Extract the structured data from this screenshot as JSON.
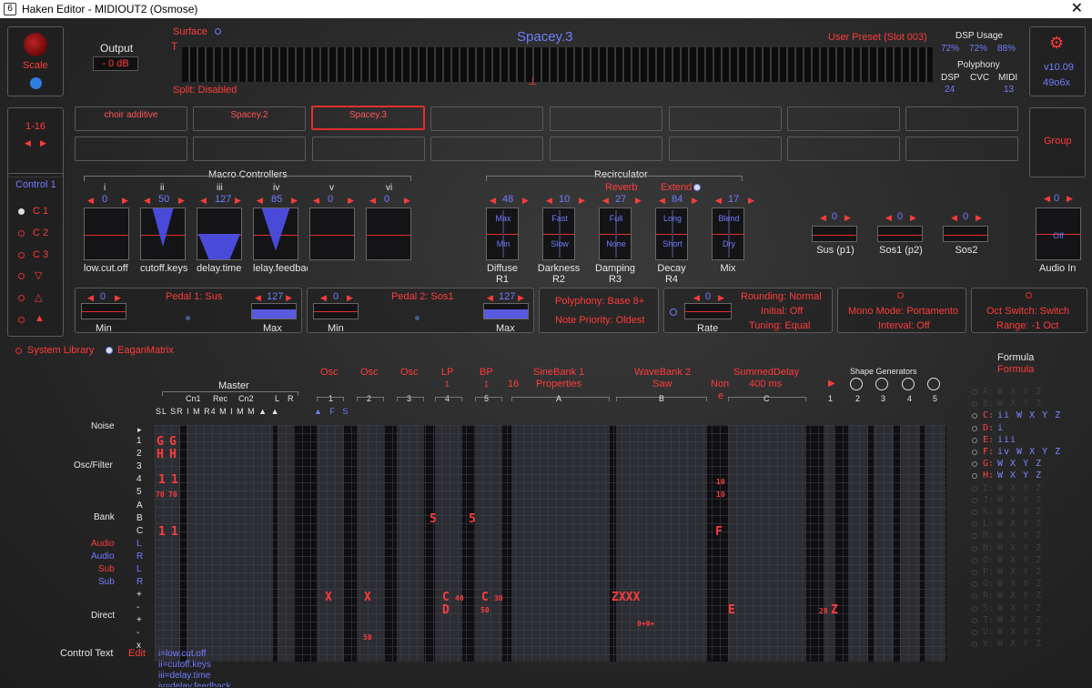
{
  "window": {
    "title": "Haken Editor - MIDIOUT2 (Osmose)",
    "close": "✕",
    "app_icon": "6"
  },
  "scale": {
    "label": "Scale"
  },
  "output": {
    "label": "Output",
    "value": "- 0 dB"
  },
  "surface": {
    "label": "Surface",
    "marker": "T",
    "split": "Split: Disabled",
    "cursor": "⊥"
  },
  "preset": {
    "name": "Spacey.3",
    "slot": "User Preset (Slot 003)"
  },
  "dsp": {
    "usage_label": "DSP Usage",
    "usage": [
      "72%",
      "72%",
      "88%"
    ],
    "polyphony_label": "Polyphony",
    "cols": [
      "DSP",
      "CVC",
      "MIDI"
    ],
    "vals": [
      "24",
      "",
      "13"
    ]
  },
  "version": {
    "v": "v10.09",
    "id": "49o6x"
  },
  "bank": {
    "range": "1-16",
    "prev": "◀",
    "next": "▶",
    "group": "Group",
    "presets": [
      "choir additive",
      "Spacey.2",
      "Spacey.3",
      "",
      "",
      "",
      "",
      ""
    ]
  },
  "control": {
    "title": "Control 1",
    "items": [
      "C 1",
      "C 2",
      "C 3",
      "▽",
      "△",
      "▲"
    ]
  },
  "macros": {
    "title": "Macro Controllers",
    "cols": [
      {
        "num": "i",
        "val": "0",
        "name": "low.cut.off",
        "fill": 0.0
      },
      {
        "num": "ii",
        "val": "50",
        "name": "cutoff.keys",
        "fill": 0.5
      },
      {
        "num": "iii",
        "val": "127",
        "name": "delay.time",
        "fill": 1.0
      },
      {
        "num": "iv",
        "val": "85",
        "name": "lelay.feedbac",
        "fill": 0.67
      },
      {
        "num": "v",
        "val": "0",
        "name": "",
        "fill": 0.0
      },
      {
        "num": "vi",
        "val": "0",
        "name": "",
        "fill": 0.0
      }
    ]
  },
  "recirc": {
    "title": "Recirculator",
    "reverb": "Reverb",
    "extend": "Extend",
    "cols": [
      {
        "val": "48",
        "top": "Max",
        "bot": "Min",
        "name": "Diffuse",
        "sub": "R1"
      },
      {
        "val": "10",
        "top": "Fast",
        "bot": "Slow",
        "name": "Darkness",
        "sub": "R2"
      },
      {
        "val": "27",
        "top": "Full",
        "bot": "None",
        "name": "Damping",
        "sub": "R3"
      },
      {
        "val": "84",
        "top": "Long",
        "bot": "Short",
        "name": "Decay",
        "sub": "R4"
      },
      {
        "val": "17",
        "top": "Blend",
        "bot": "Dry",
        "name": "Mix",
        "sub": ""
      }
    ]
  },
  "sus": [
    {
      "val": "0",
      "name": "Sus (p1)"
    },
    {
      "val": "0",
      "name": "Sos1 (p2)"
    },
    {
      "val": "0",
      "name": "Sos2"
    }
  ],
  "audio_in": {
    "val": "0",
    "name": "Audio In",
    "state": "Off"
  },
  "pedal1": {
    "title": "Pedal 1: Sus",
    "min_val": "0",
    "max_val": "127",
    "min": "Min",
    "max": "Max"
  },
  "pedal2": {
    "title": "Pedal 2: Sos1",
    "min_val": "0",
    "max_val": "127",
    "min": "Min",
    "max": "Max"
  },
  "poly": {
    "base": "Polyphony: Base 8+",
    "priority": "Note Priority: Oldest"
  },
  "rate": {
    "val": "0",
    "label": "Rate",
    "rounding": "Rounding: Normal",
    "initial": "Initial: Off",
    "tuning": "Tuning: Equal"
  },
  "mono": {
    "mode": "Mono Mode: Portamento",
    "interval": "Interval: Off"
  },
  "oct": {
    "switch": "Oct Switch: Switch",
    "range": "Range: -1 Oct"
  },
  "library": {
    "system": "System Library",
    "eagan": "EaganMatrix"
  },
  "matrix": {
    "master": "Master",
    "groups": [
      {
        "name": "Osc",
        "num": "1"
      },
      {
        "name": "Osc",
        "num": "2"
      },
      {
        "name": "Osc",
        "num": "3"
      },
      {
        "name": "LP",
        "num": "4",
        "sub": "1"
      },
      {
        "name": "BP",
        "num": "5",
        "sub": "1"
      }
    ],
    "sixteen": "16",
    "sinebank": "SineBank 1",
    "sinebank_sub": "Properties",
    "sinebank_letter": "A",
    "wavebank": "WaveBank 2",
    "wavebank_sub": "Saw",
    "wavebank_letter": "B",
    "non": "Non",
    "non_sub": "e",
    "delay": "SummedDelay",
    "delay_sub": "400 ms",
    "delay_letter": "C",
    "shape": "Shape Generators",
    "shape_nums": [
      "1",
      "2",
      "3",
      "4",
      "5"
    ],
    "master_sub": [
      "Cn1",
      "Rec",
      "Cn2",
      "L",
      "R"
    ],
    "header_letters": "SL SR I M R4 M I M M ▲ ▲",
    "osc_letters": "▲ F S",
    "rows": [
      {
        "label": "Noise",
        "keys": [
          "▸"
        ]
      },
      {
        "label": "Osc/Filter",
        "keys": [
          "1",
          "2",
          "3",
          "4",
          "5"
        ]
      },
      {
        "label": "Bank",
        "keys": [
          "A",
          "B",
          "C"
        ]
      },
      {
        "label": "Audio",
        "keys": [
          "L"
        ]
      },
      {
        "label": "Audio",
        "keys": [
          "R"
        ]
      },
      {
        "label": "Sub",
        "keys": [
          "L"
        ]
      },
      {
        "label": "Sub",
        "keys": [
          "R"
        ]
      },
      {
        "label": "Direct",
        "keys": [
          "+",
          "-",
          "+",
          "-",
          "x"
        ]
      }
    ],
    "control_text": "Control Text",
    "edit": "Edit",
    "footer": [
      "i=low.cut.off",
      "ii=cutoff.keys",
      "iii=delay.time",
      "iv=delay.feedback"
    ],
    "marks": [
      "G",
      "G",
      "H",
      "H",
      "1",
      "1",
      "70",
      "70",
      "1",
      "1",
      "5",
      "5",
      "X",
      "X",
      "C",
      "D",
      "C",
      "ZXXX",
      "E",
      "F",
      "10",
      "10",
      "40",
      "50",
      "30",
      "50",
      "0+0+",
      "20",
      "Z"
    ]
  },
  "formula": {
    "title": "Formula",
    "sub": "Formula",
    "rows": [
      {
        "k": "A:",
        "v": "W X Y Z"
      },
      {
        "k": "B:",
        "v": "W X Y Z"
      },
      {
        "k": "C:",
        "v": "ii W X Y Z"
      },
      {
        "k": "D:",
        "v": "i"
      },
      {
        "k": "E:",
        "v": "iii"
      },
      {
        "k": "F:",
        "v": "iv W X Y Z"
      },
      {
        "k": "G:",
        "v": "W X Y Z"
      },
      {
        "k": "H:",
        "v": "W X Y Z"
      },
      {
        "k": "I:",
        "v": "W X Y Z"
      },
      {
        "k": "J:",
        "v": "W X Y Z"
      },
      {
        "k": "K:",
        "v": "W X Y Z"
      },
      {
        "k": "L:",
        "v": "W X Y Z"
      },
      {
        "k": "M:",
        "v": "W X Y Z"
      },
      {
        "k": "N:",
        "v": "W X Y Z"
      },
      {
        "k": "O:",
        "v": "W X Y Z"
      },
      {
        "k": "P:",
        "v": "W X Y Z"
      },
      {
        "k": "Q:",
        "v": "W X Y Z"
      },
      {
        "k": "R:",
        "v": "W X Y Z"
      },
      {
        "k": "S:",
        "v": "W X Y Z"
      },
      {
        "k": "T:",
        "v": "W X Y Z"
      },
      {
        "k": "U:",
        "v": "W X Y Z"
      },
      {
        "k": "V:",
        "v": "W X Y Z"
      }
    ]
  }
}
